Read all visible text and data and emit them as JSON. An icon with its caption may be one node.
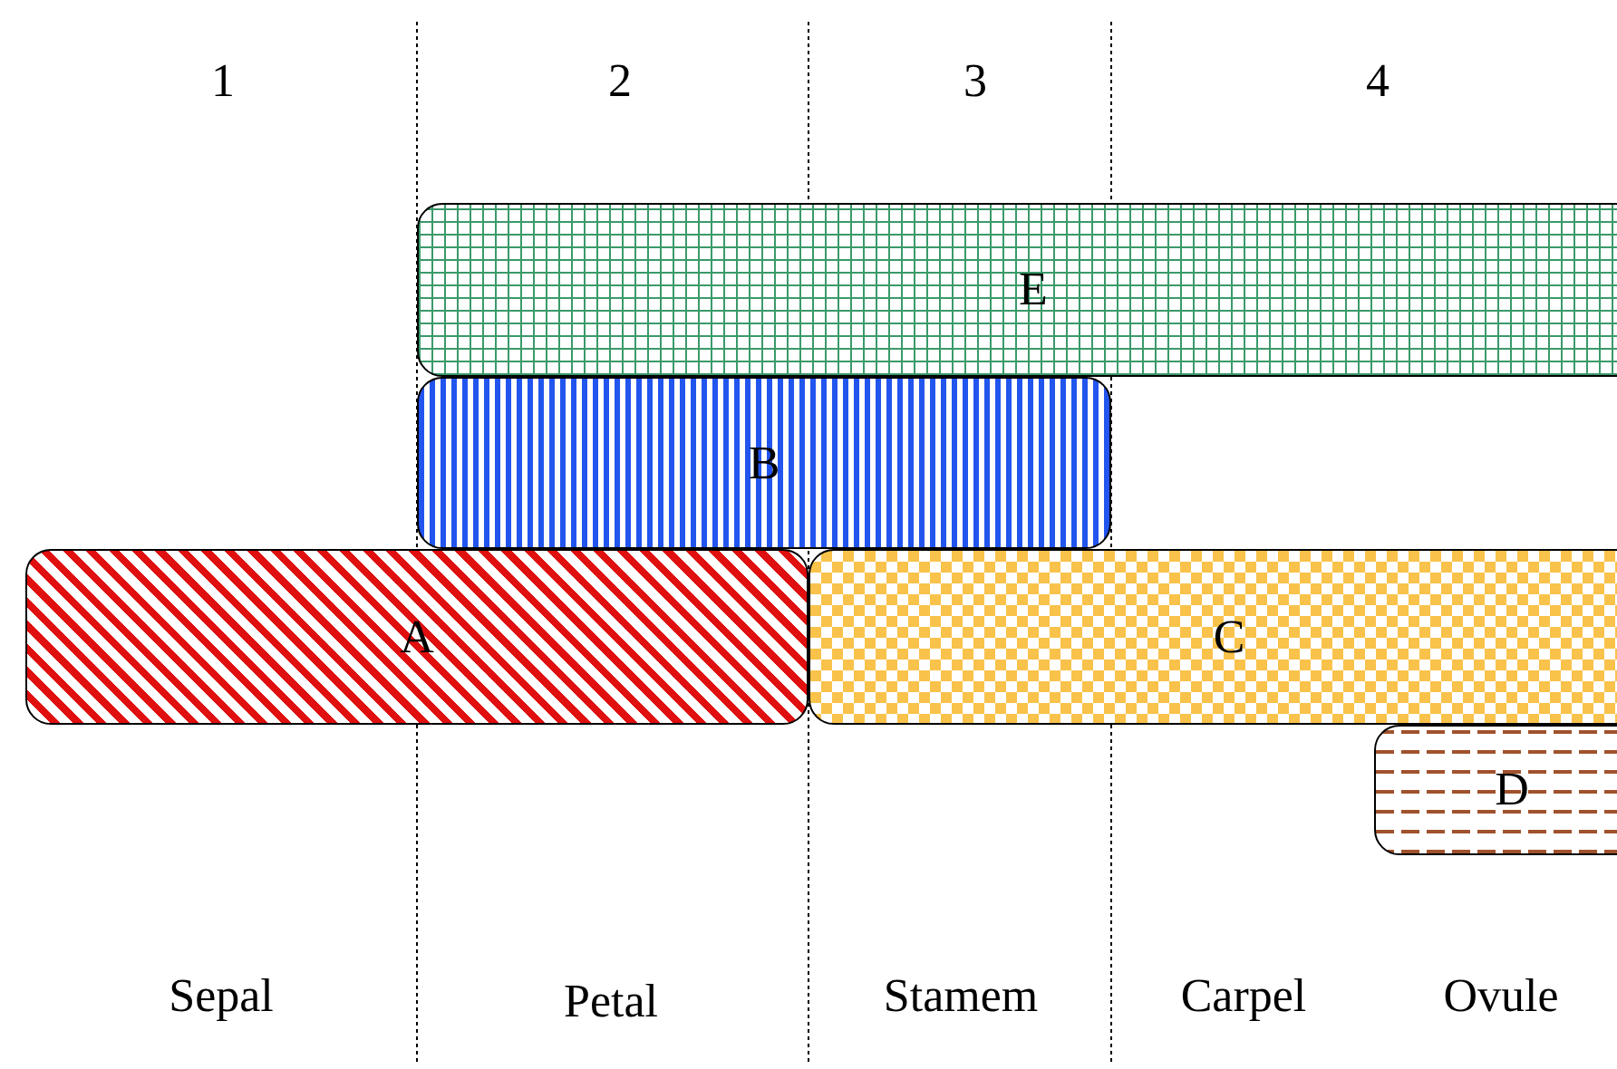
{
  "diagram": {
    "nodes": [
      {
        "text": [
          "E"
        ]
      },
      {
        "text": [
          "B"
        ]
      },
      {
        "text": [
          "A"
        ]
      },
      {
        "text": [
          "C"
        ]
      },
      {
        "text": [
          "D"
        ]
      }
    ],
    "labels": [
      "1",
      "2",
      "3",
      "4",
      "Sepal",
      "Petal",
      "Stamem",
      "Carpel",
      "Ovule"
    ]
  }
}
